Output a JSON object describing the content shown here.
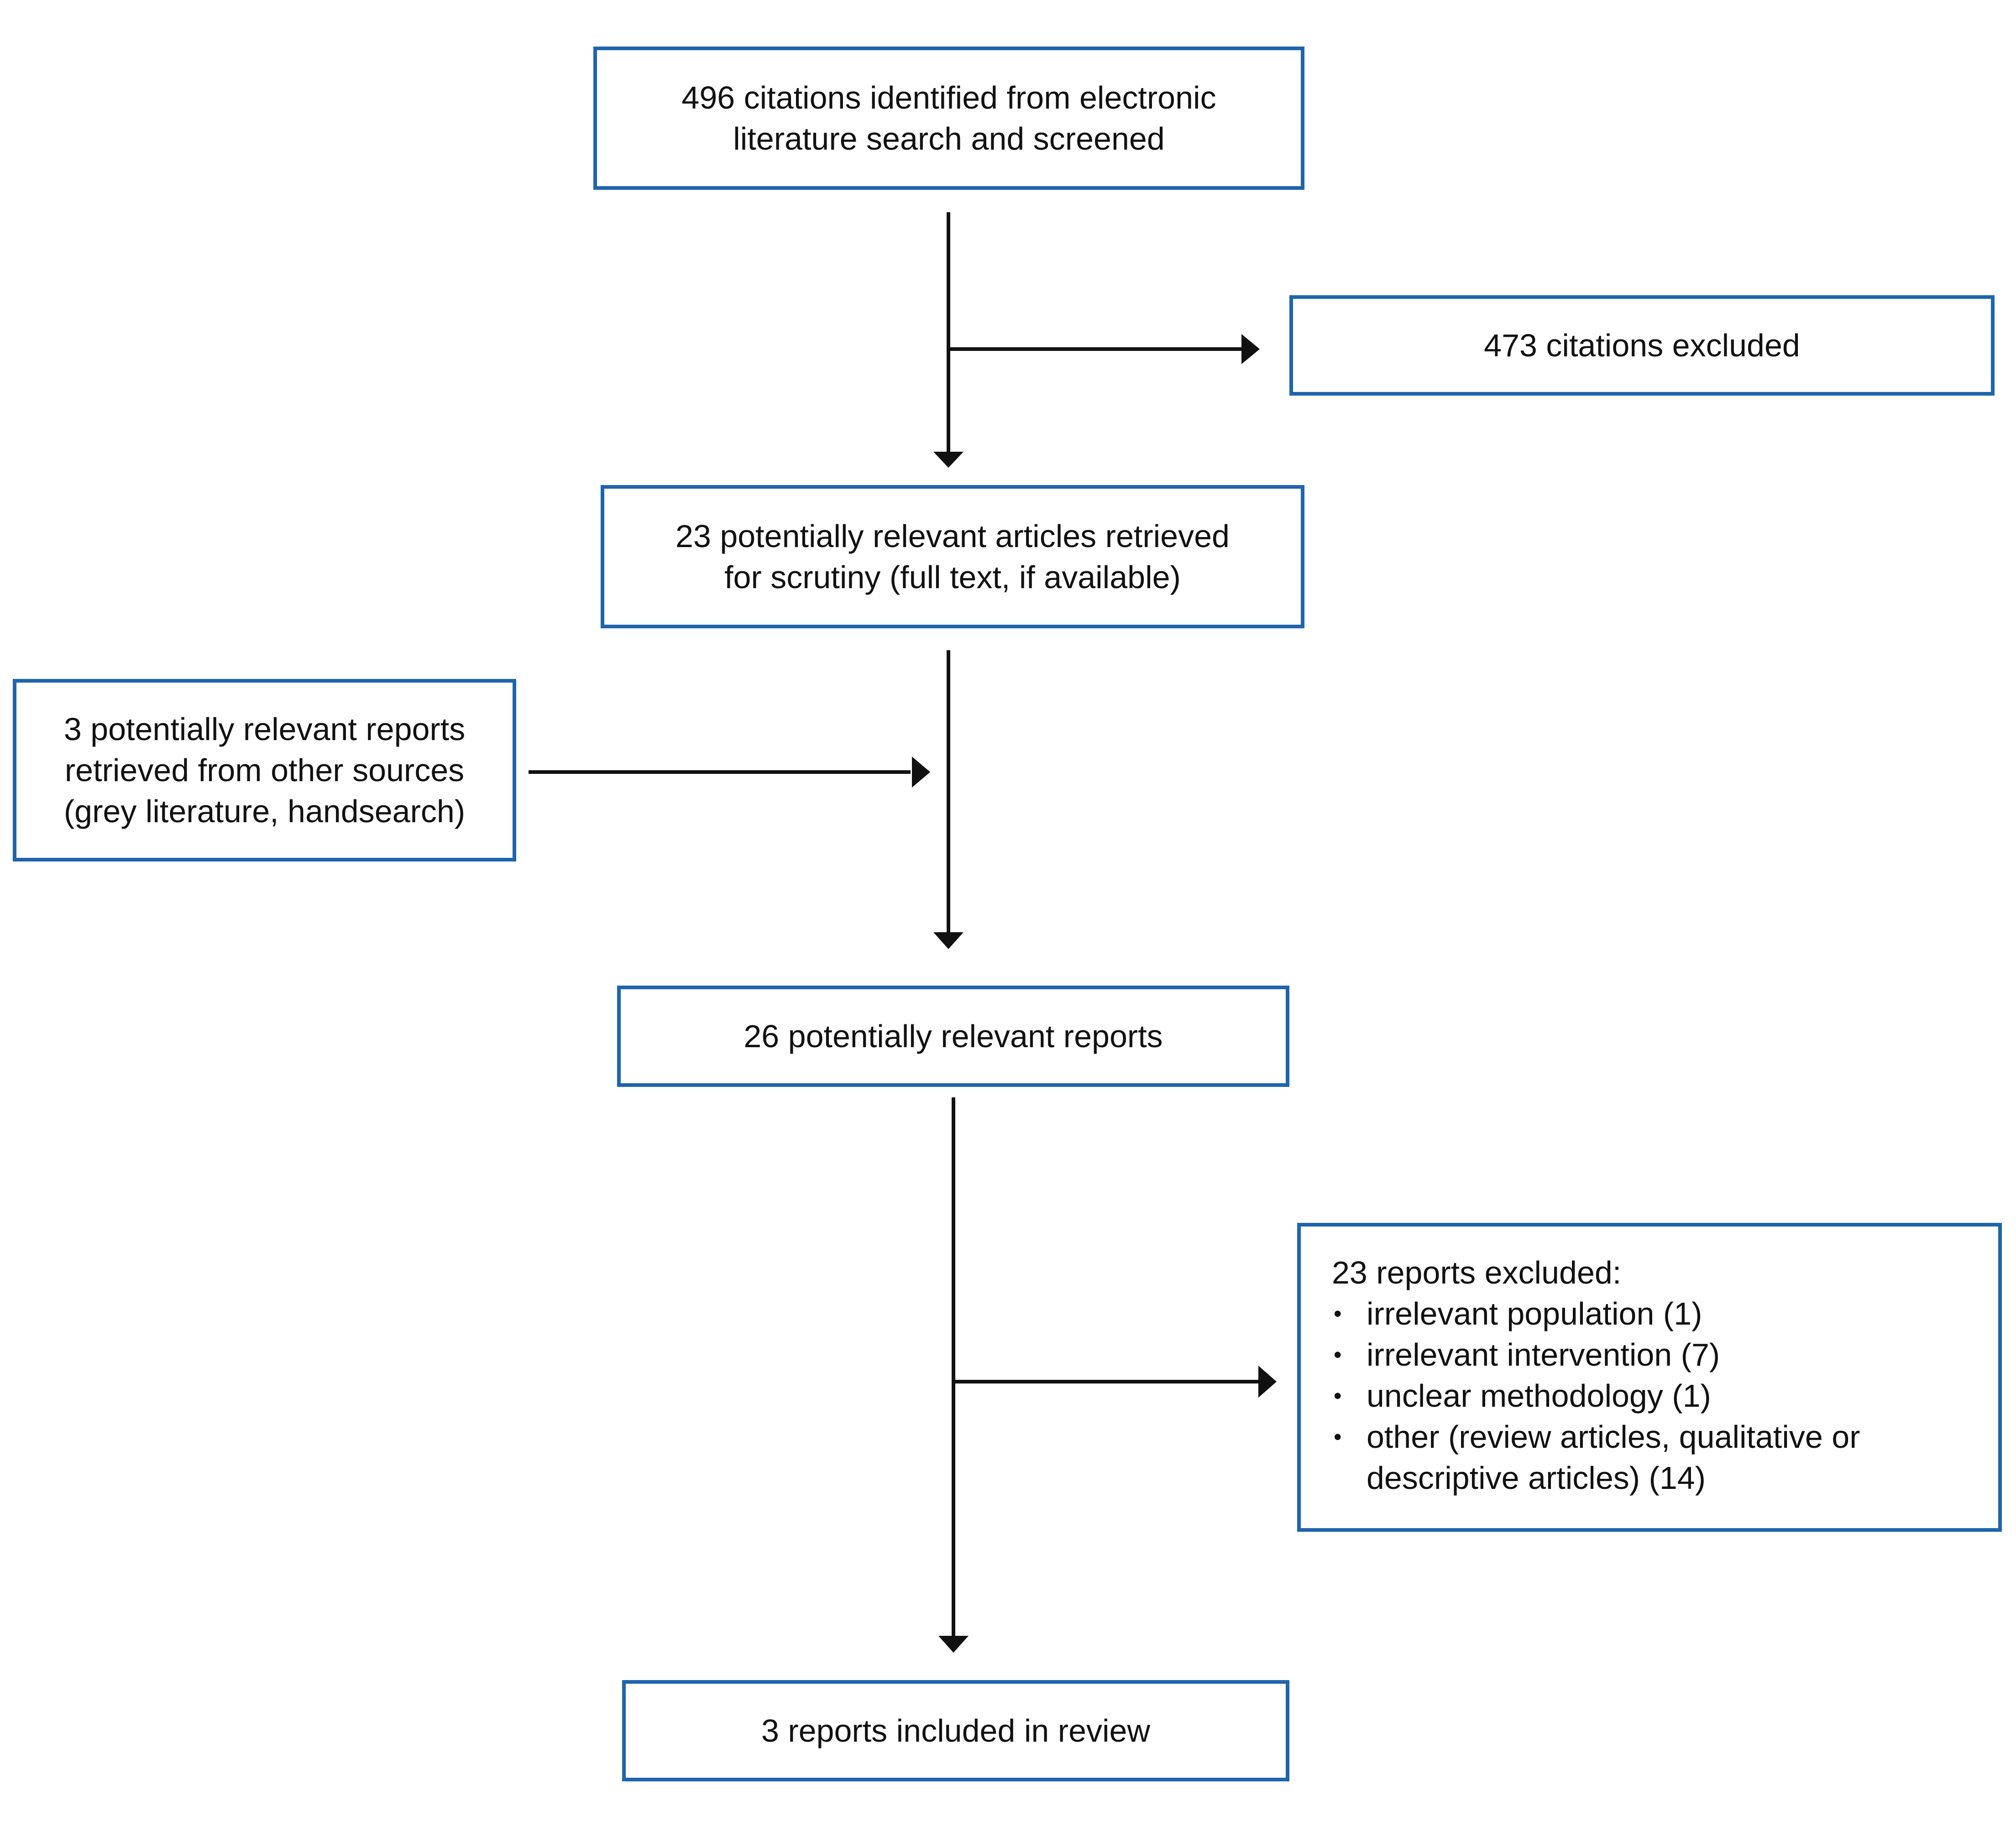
{
  "colors": {
    "box_border": "#1f64ad",
    "arrow": "#111111",
    "text": "#111111"
  },
  "diagram": {
    "identified": {
      "lines": [
        "496 citations identified from electronic",
        "literature search and screened"
      ]
    },
    "citations_excluded": {
      "lines": [
        "473 citations excluded"
      ]
    },
    "retrieved_articles": {
      "lines": [
        "23 potentially relevant articles retrieved",
        "for scrutiny (full text, if available)"
      ]
    },
    "other_sources": {
      "lines": [
        "3 potentially relevant reports",
        "retrieved from other sources",
        "(grey literature, handsearch)"
      ]
    },
    "relevant_reports": {
      "lines": [
        "26 potentially relevant reports"
      ]
    },
    "reports_excluded": {
      "heading": "23 reports excluded:",
      "bullet_symbol": "•",
      "reasons": [
        "irrelevant population (1)",
        "irrelevant intervention (7)",
        "unclear methodology (1)",
        "other (review articles, qualitative or",
        "descriptive articles) (14)"
      ]
    },
    "included": {
      "lines": [
        "3 reports included in review"
      ]
    }
  }
}
